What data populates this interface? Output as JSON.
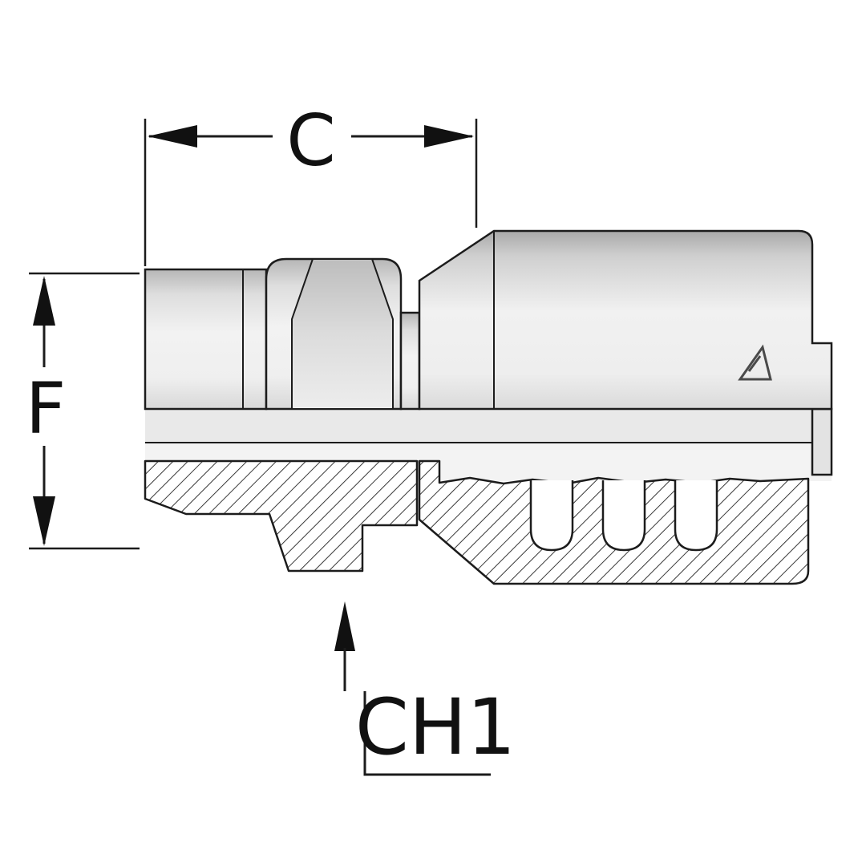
{
  "labels": {
    "dim_width": "C",
    "dim_height": "F",
    "dim_hex": "CH1"
  },
  "icons": {
    "brand_logo": "triangle-logo-icon"
  },
  "colors": {
    "outline": "#1c1c1c",
    "fill_light": "#f2f2f2",
    "fill_mid": "#d9d9d9",
    "fill_dark": "#b3b3b3",
    "background": "#ffffff"
  }
}
